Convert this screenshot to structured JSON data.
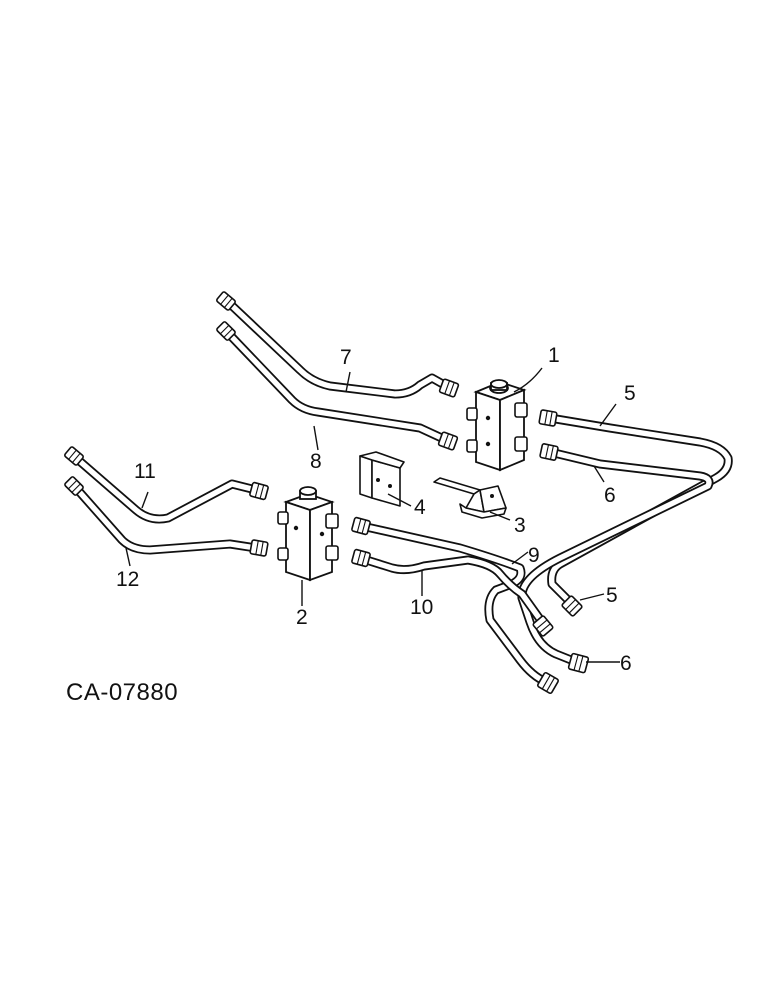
{
  "diagram": {
    "reference_code": "CA-07880",
    "callouts": [
      "1",
      "2",
      "3",
      "4",
      "5",
      "6",
      "7",
      "8",
      "9",
      "10",
      "11",
      "12"
    ],
    "callout_5_lower": "5",
    "callout_6_lower": "6"
  }
}
